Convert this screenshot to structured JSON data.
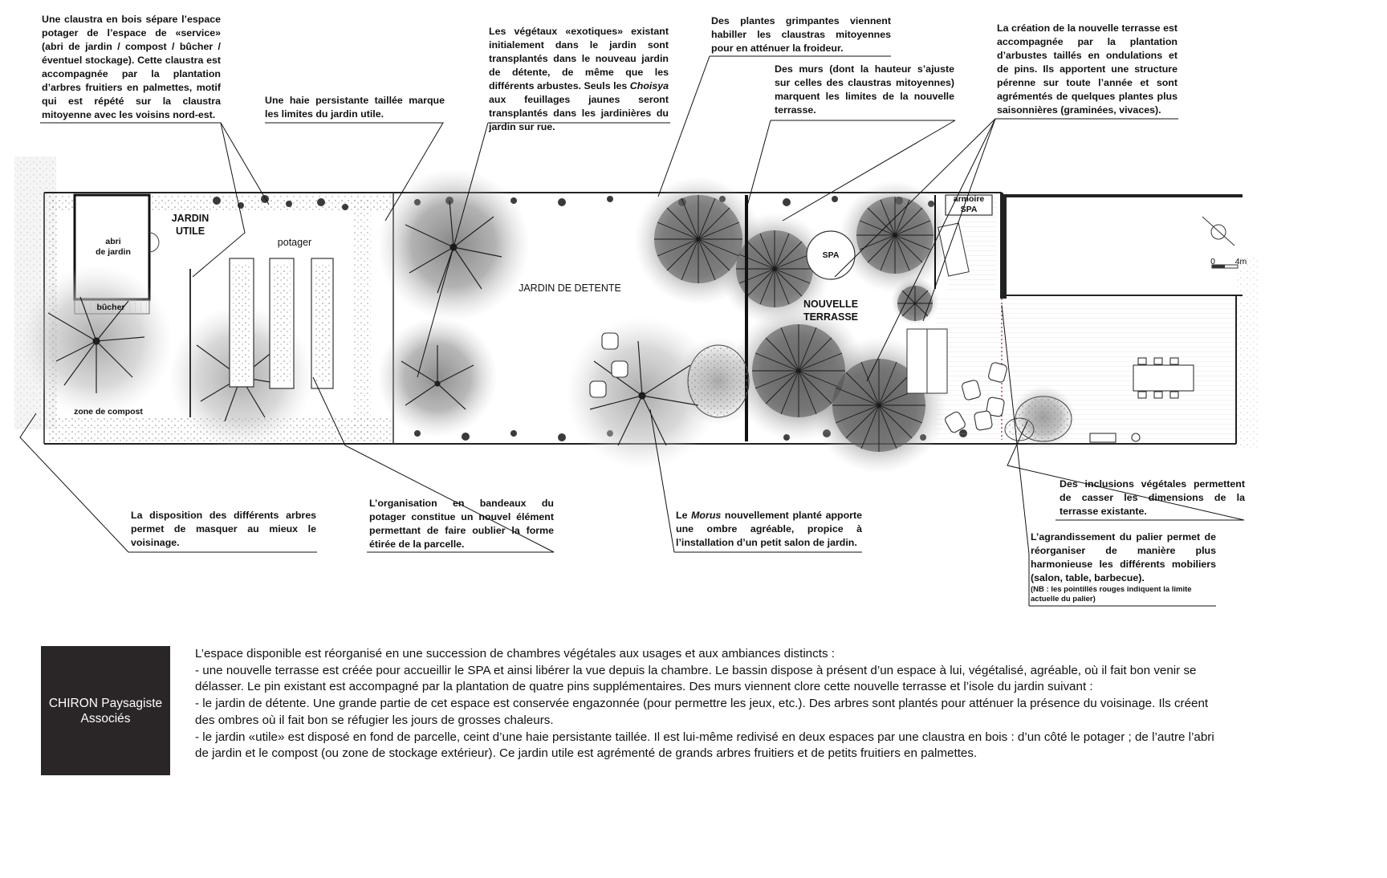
{
  "annotations": {
    "claustra": "Une claustra en bois sépare l’espace potager de l’espace de «service» (abri de jardin / compost / bûcher / éventuel stockage). Cette claustra est accompagnée par la plantation d’arbres fruitiers en palmettes, motif qui est répété sur la claustra mitoyenne avec les voisins nord-est.",
    "haie": "Une haie persistante taillée marque les limites du jardin utile.",
    "exotiques_1": "Les végétaux «exotiques» existant initialement dans le jardin sont transplantés dans le nouveau jardin de détente, de même que les différents arbustes. Seuls les ",
    "exotiques_em": "Choisya",
    "exotiques_2": " aux feuillages jaunes seront transplantés dans les jardinières du jardin sur rue.",
    "grimpantes": "Des plantes grimpantes viennent habiller les claustras mitoyennes pour en atténuer la froideur.",
    "murs": "Des murs (dont la hauteur s’ajuste sur celles des claustras mitoyennes) marquent les limites de la nouvelle terrasse.",
    "creation": "La création de la nouvelle terrasse est accompagnée par la plantation d’arbustes taillés en ondulations et de pins. Ils apportent une structure pérenne sur toute l’année et sont agrémentés de quelques plantes plus saisonnières (graminées, vivaces).",
    "disposition": "La disposition des différents arbres permet de masquer au mieux le voisinage.",
    "bandeaux": "L’organisation en bandeaux du potager constitue un nouvel élément permettant de faire oublier la forme étirée de la parcelle.",
    "morus_1": "Le ",
    "morus_em": "Morus",
    "morus_2": " nouvellement planté apporte une ombre agréable, propice à l’installation d’un petit salon de jardin.",
    "inclusions": "Des inclusions végétales permettent de casser les dimensions de la terrasse existante.",
    "agrandissement": "L’agrandissement du palier permet de réorganiser de manière plus harmonieuse les différents mobiliers (salon, table, barbecue).",
    "nb": "(NB : les pointillés rouges indiquent la  limite actuelle du palier)"
  },
  "plan_labels": {
    "abri": "abri\nde jardin",
    "bucher": "bûcher",
    "jardin_utile": "JARDIN\nUTILE",
    "potager": "potager",
    "compost": "zone de compost",
    "detente": "JARDIN DE DETENTE",
    "spa": "SPA",
    "armoire": "armoire\nSPA",
    "terrasse": "NOUVELLE\nTERRASSE",
    "scale_0": "0",
    "scale_4": "4m"
  },
  "logo": {
    "line1": "CHIRON Paysagiste",
    "line2": "Associés"
  },
  "summary": {
    "p1": "L’espace disponible est réorganisé en une succession de chambres végétales aux usages et aux ambiances distincts :",
    "p2": "- une nouvelle terrasse est créée pour accueillir le SPA et ainsi libérer la vue depuis la chambre. Le bassin dispose à présent d’un espace à lui, végétalisé, agréable, où il fait bon venir se délasser. Le pin existant est accompagné par la plantation de quatre pins supplémentaires. Des murs viennent clore cette nouvelle terrasse et l’isole du jardin suivant :",
    "p3": "- le jardin de détente. Une grande partie de cet espace est conservée engazonnée (pour permettre les jeux, etc.). Des arbres sont plantés pour atténuer la présence du voisinage. Ils créent des ombres où il fait bon se réfugier les jours de grosses chaleurs.",
    "p4": "- le jardin «utile» est disposé en fond de parcelle, ceint d’une haie persistante taillée. Il est lui-même redivisé en deux espaces par une claustra en bois : d’un côté le potager ; de l’autre l’abri de jardin et le compost (ou zone de stockage extérieur). Ce jardin utile est agrémenté de grands arbres fruitiers et de petits fruitiers en palmettes."
  },
  "colors": {
    "logo_bg": "#2a2526",
    "palier_limit": "#d22020",
    "canopy": "#2b2b2b"
  }
}
